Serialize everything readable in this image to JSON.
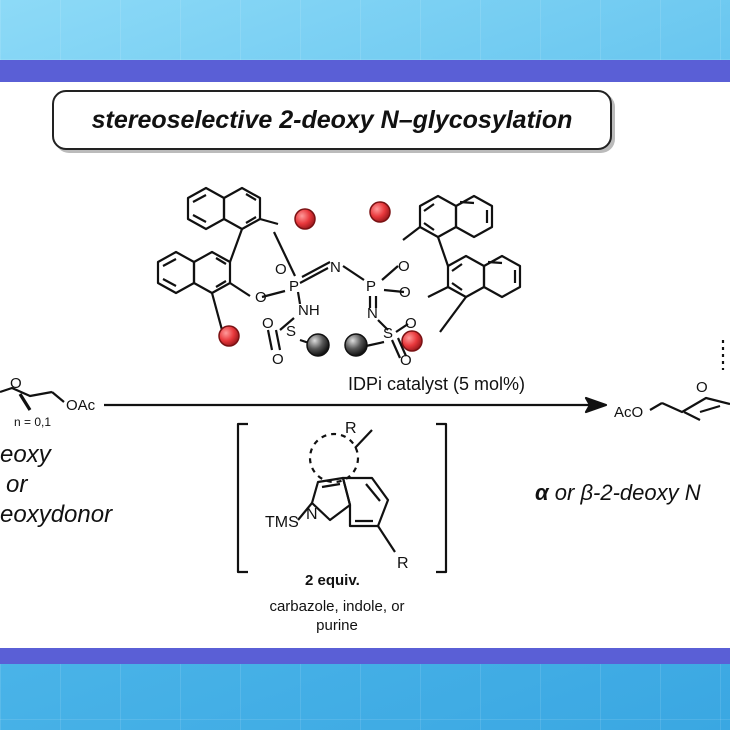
{
  "title": "stereoselective 2-deoxy N–glycosylation",
  "catalyst_label": "IDPi catalyst (5 mol%)",
  "left": {
    "line1": "eoxy",
    "line2": "or",
    "line3": "eoxydonor",
    "oac": "OAc",
    "n_label": "n = 0,1",
    "o": "O"
  },
  "product": {
    "alpha": "α",
    "rest": " or β-2-deoxy N",
    "aco": "AcO",
    "o": "O"
  },
  "reagent": {
    "tms": "TMS",
    "n": "N",
    "r_top": "R",
    "r_bottom": "R",
    "equiv": "2 equiv.",
    "nucleophiles": "carbazole, indole, or purine"
  },
  "atoms": {
    "o": "O",
    "p": "P",
    "n": "N",
    "nh": "NH",
    "s": "S"
  },
  "colors": {
    "band": "#5a5fd6",
    "background": "#5fc4f0",
    "red_group": "#e8383c",
    "dark_group": "#333333"
  }
}
